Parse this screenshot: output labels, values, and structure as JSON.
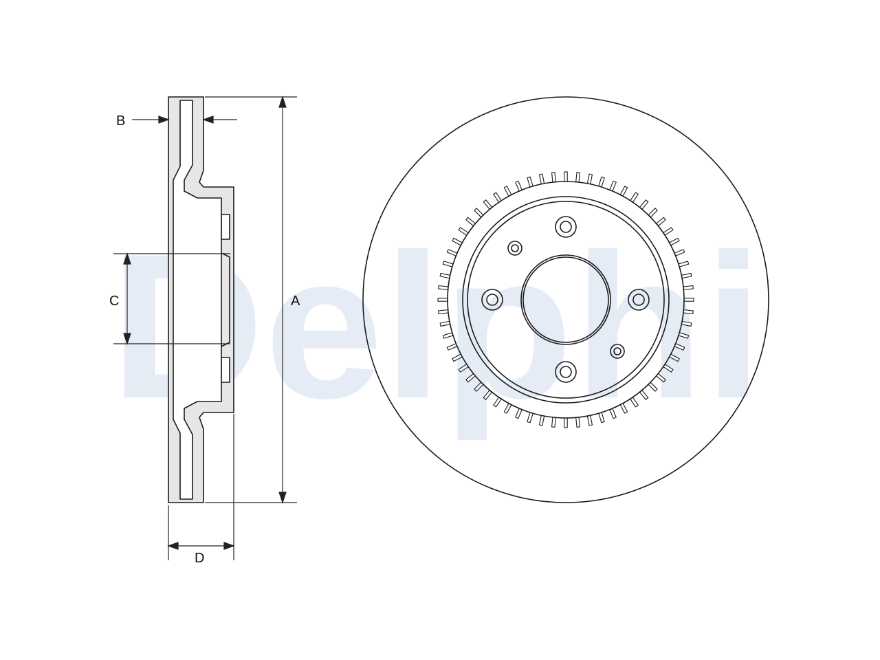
{
  "watermark": {
    "text": "Delphi",
    "color": "#e5ecf5"
  },
  "dimensions": {
    "a": "A",
    "b": "B",
    "c": "C",
    "d": "D"
  },
  "colors": {
    "outline": "#1a1a1a",
    "section_fill": "#e6e6e6",
    "line": "#222222"
  },
  "parts": {
    "side_section": "brake-disc-cross-section",
    "front_view": "brake-disc-front-view",
    "wheel_bolt_holes": 4,
    "locating_holes": 2,
    "vent_slots": 64
  }
}
